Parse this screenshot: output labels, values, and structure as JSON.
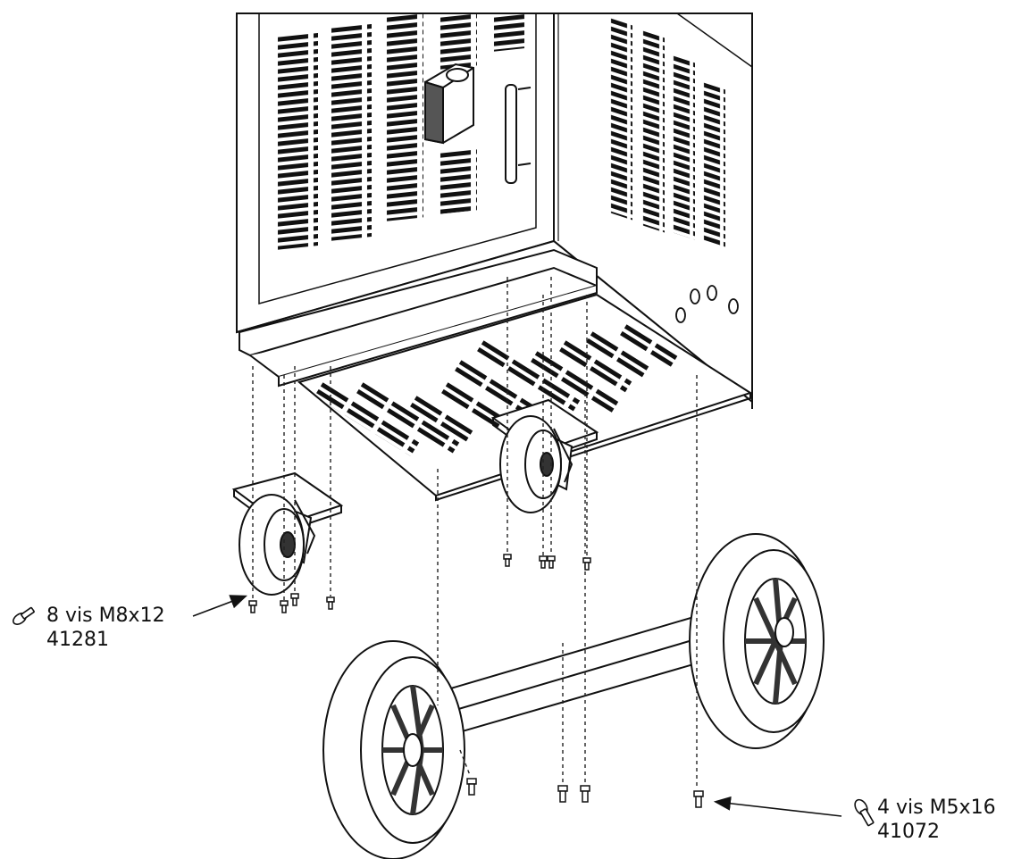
{
  "diagram": {
    "style": "exploded assembly line drawing",
    "colors": {
      "line": "#111111",
      "background": "#ffffff",
      "dash": "#222222"
    }
  },
  "callouts": {
    "m8": {
      "qty_label": "8 vis  M8x12",
      "part_number": "41281",
      "icon": "screw-icon"
    },
    "m5": {
      "qty_label": "4 vis  M5x16",
      "part_number": "41072",
      "icon": "screw-icon"
    }
  }
}
